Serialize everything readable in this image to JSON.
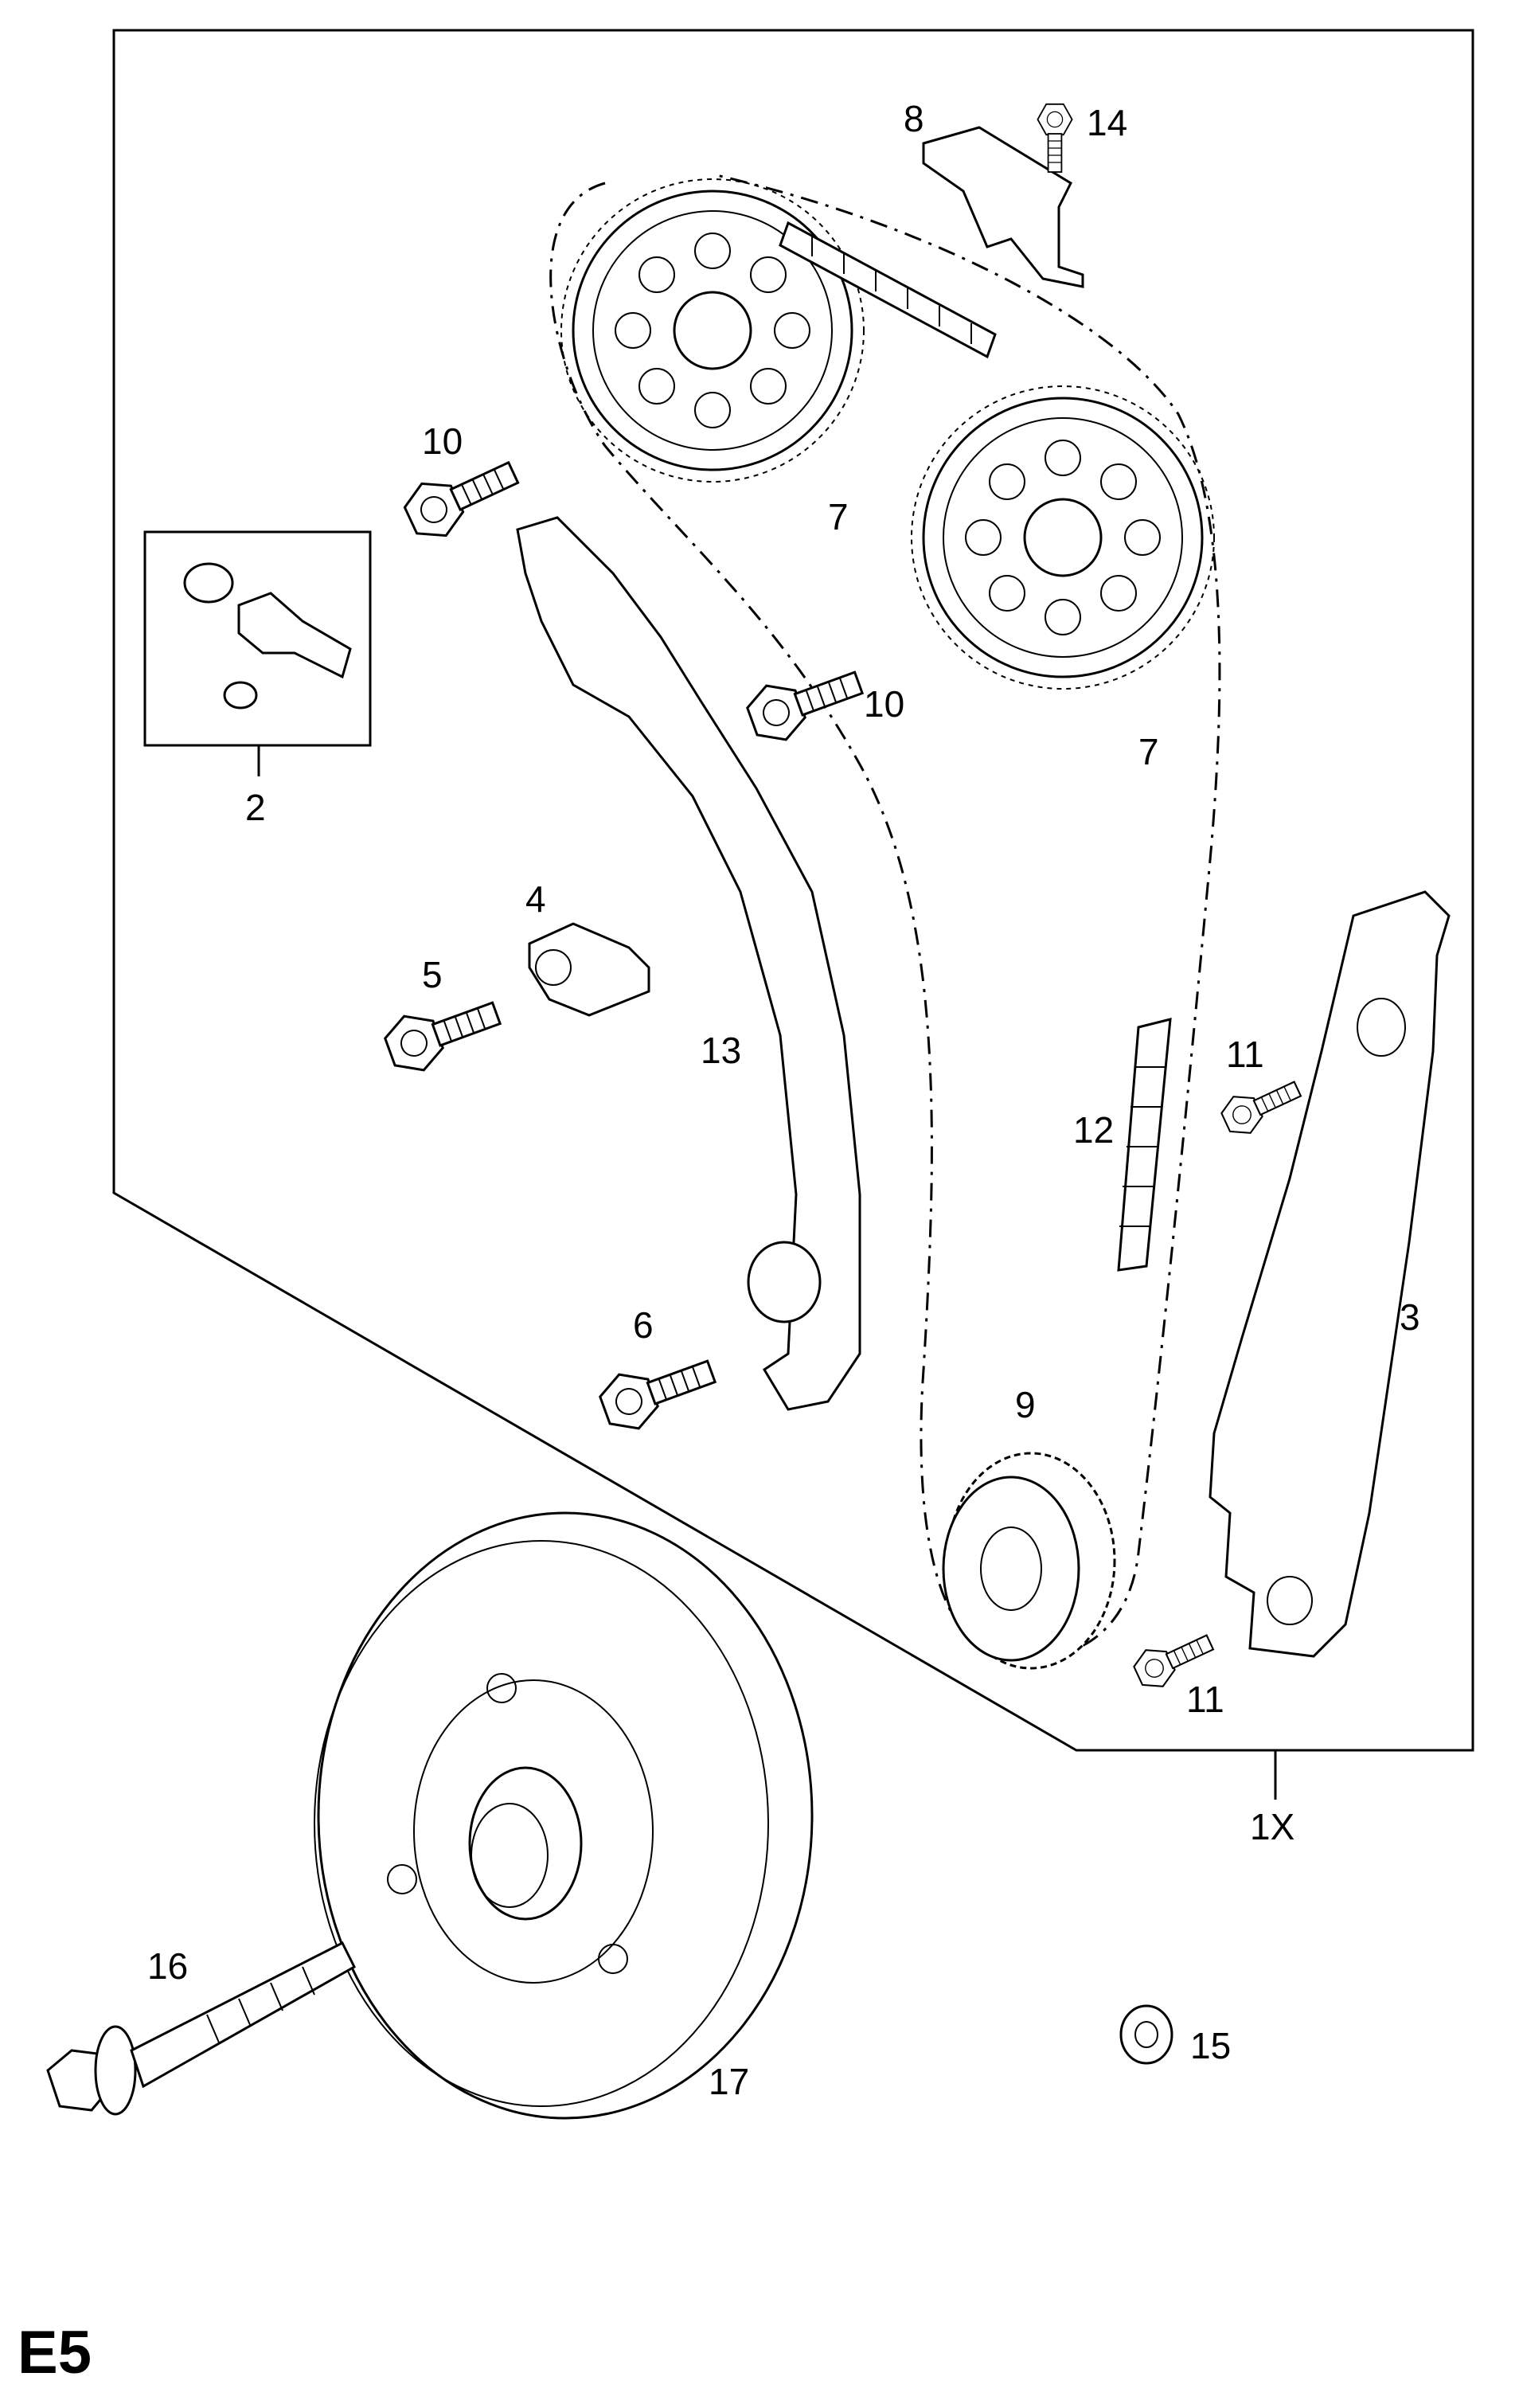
{
  "page_code": "E5",
  "callouts": {
    "c1x": "1X",
    "c2": "2",
    "c3": "3",
    "c4": "4",
    "c5": "5",
    "c6": "6",
    "c7a": "7",
    "c7b": "7",
    "c8": "8",
    "c9": "9",
    "c10a": "10",
    "c10b": "10",
    "c11a": "11",
    "c11b": "11",
    "c12": "12",
    "c13": "13",
    "c14": "14",
    "c15": "15",
    "c16": "16",
    "c17": "17"
  },
  "colors": {
    "line": "#000000",
    "background": "#ffffff"
  }
}
